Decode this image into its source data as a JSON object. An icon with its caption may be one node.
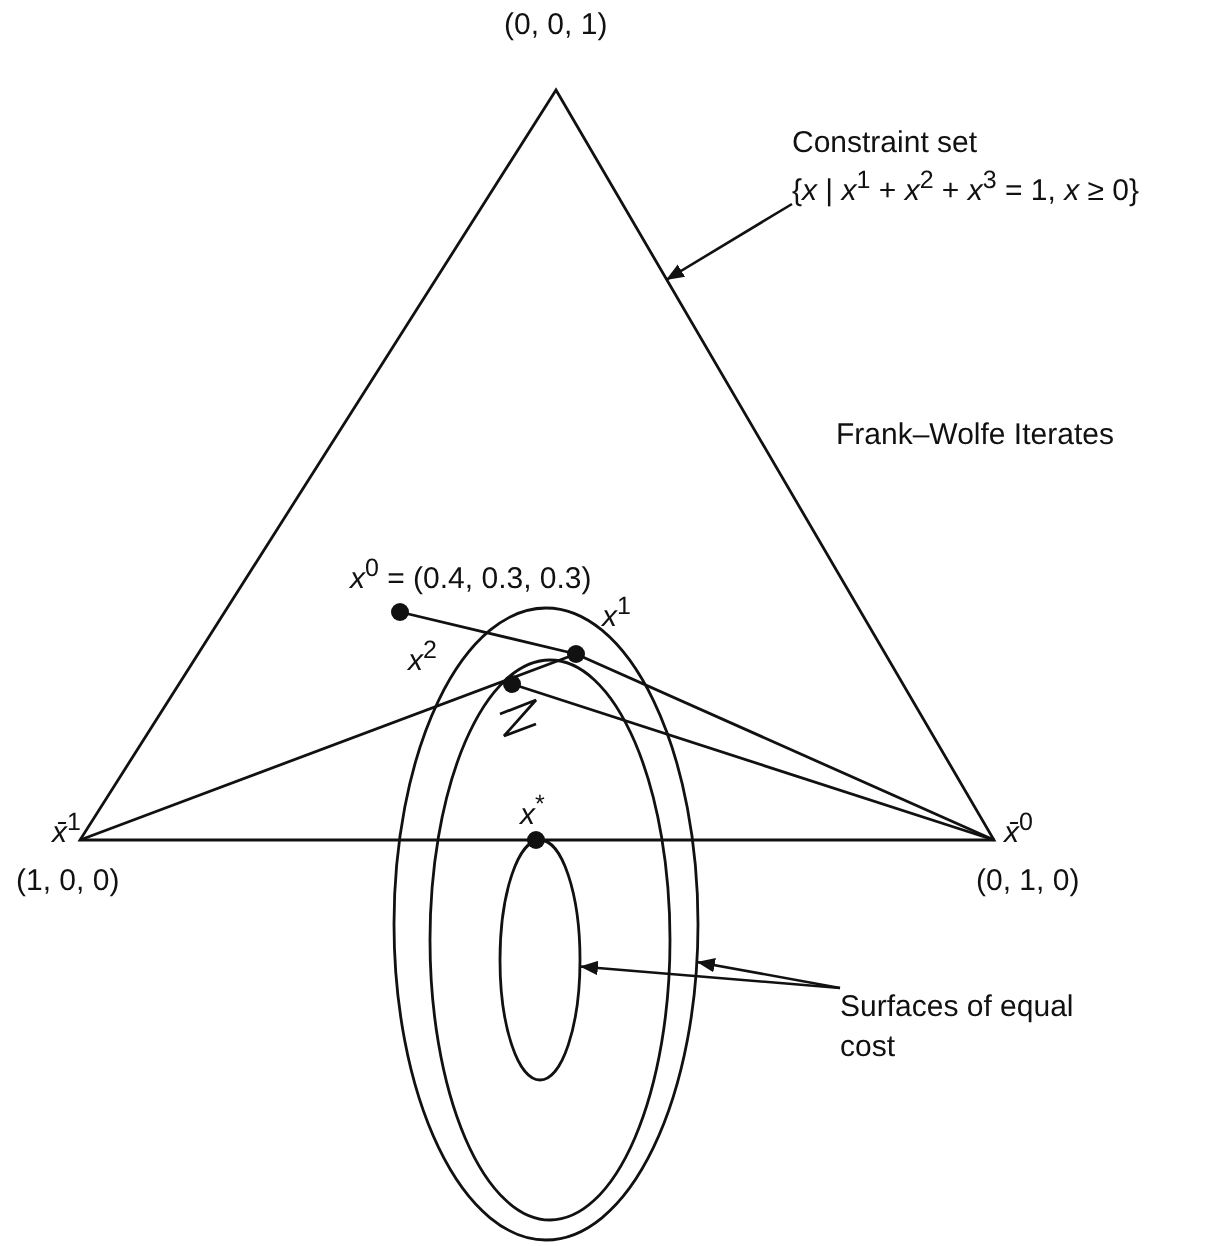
{
  "diagram": {
    "nodes": [
      {
        "text": [
          "Constraint set",
          "{*x* | *x*$^{1}$ + *x*$^{2}$ + *x*$^{3}$ = 1, *x* ≥ 0}"
        ]
      },
      {
        "text": [],
        "shape": "triangle"
      },
      {
        "text": [],
        "shape": "ellipse"
      },
      {
        "text": [],
        "shape": "ellipse",
        "in": 2
      },
      {
        "text": [
          "Surfaces of equal cost"
        ]
      }
    ],
    "edges": [
      {
        "from": 0,
        "to": 1,
        "arrow": "to"
      },
      {
        "from": 4,
        "to": 3,
        "arrow": "to"
      },
      {
        "from": 4,
        "to": 2,
        "arrow": "to"
      }
    ],
    "labels": [
      "(0, 0, 1)",
      "Frank–Wolfe Iterates",
      "*x*$^{0}$ = (0.4, 0.3, 0.3)",
      "*x*$^{1}$",
      "*x*$^{2}$",
      "*x̄*$^{1}$",
      "*x*$^{*}$",
      "*x̄*$^{0}$",
      "(1, 0, 0)",
      "(0, 1, 0)"
    ]
  }
}
